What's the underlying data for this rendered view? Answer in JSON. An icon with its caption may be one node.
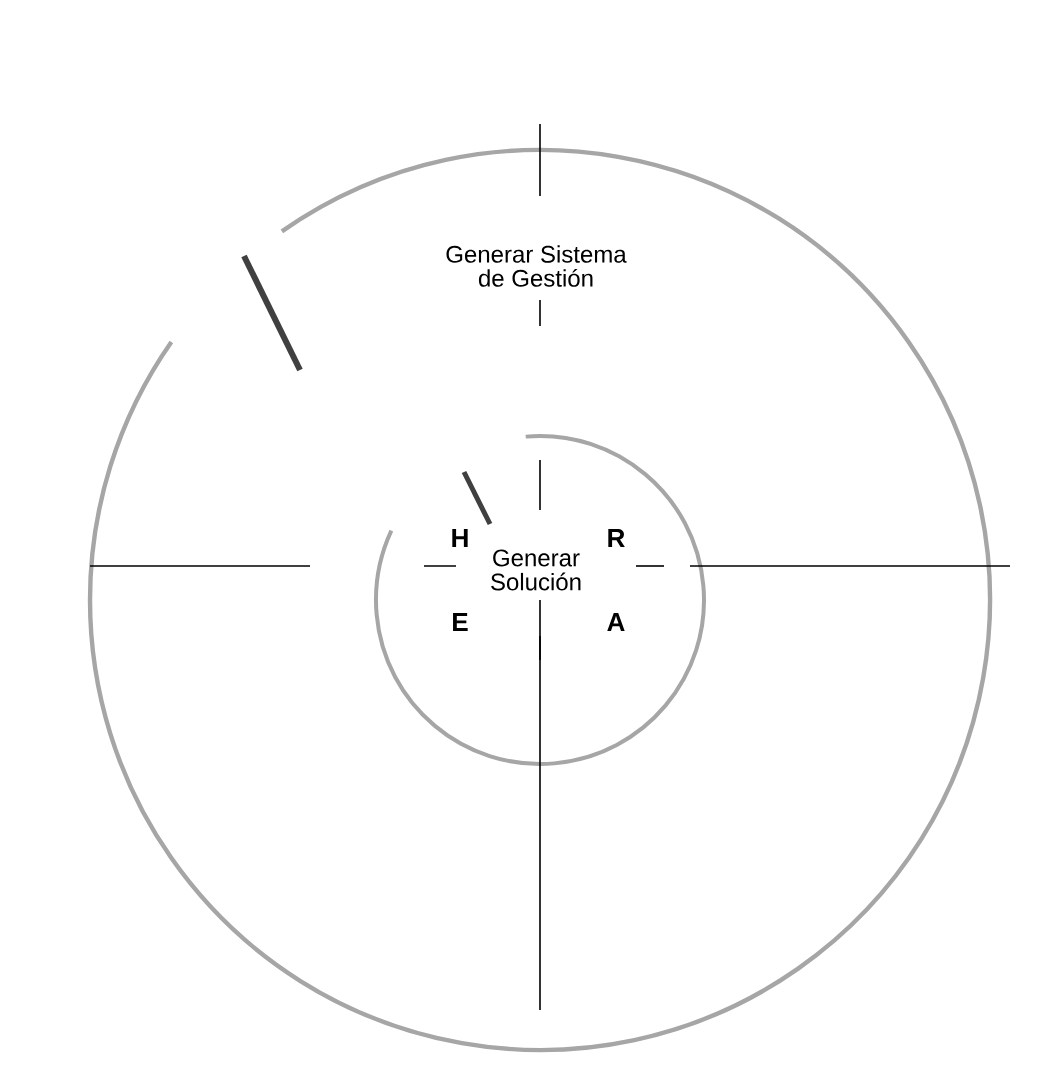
{
  "diagram": {
    "labels": [
      "Generar Sistema de Gestión",
      "H",
      "R",
      "Generar Solución",
      "E",
      "A"
    ]
  }
}
